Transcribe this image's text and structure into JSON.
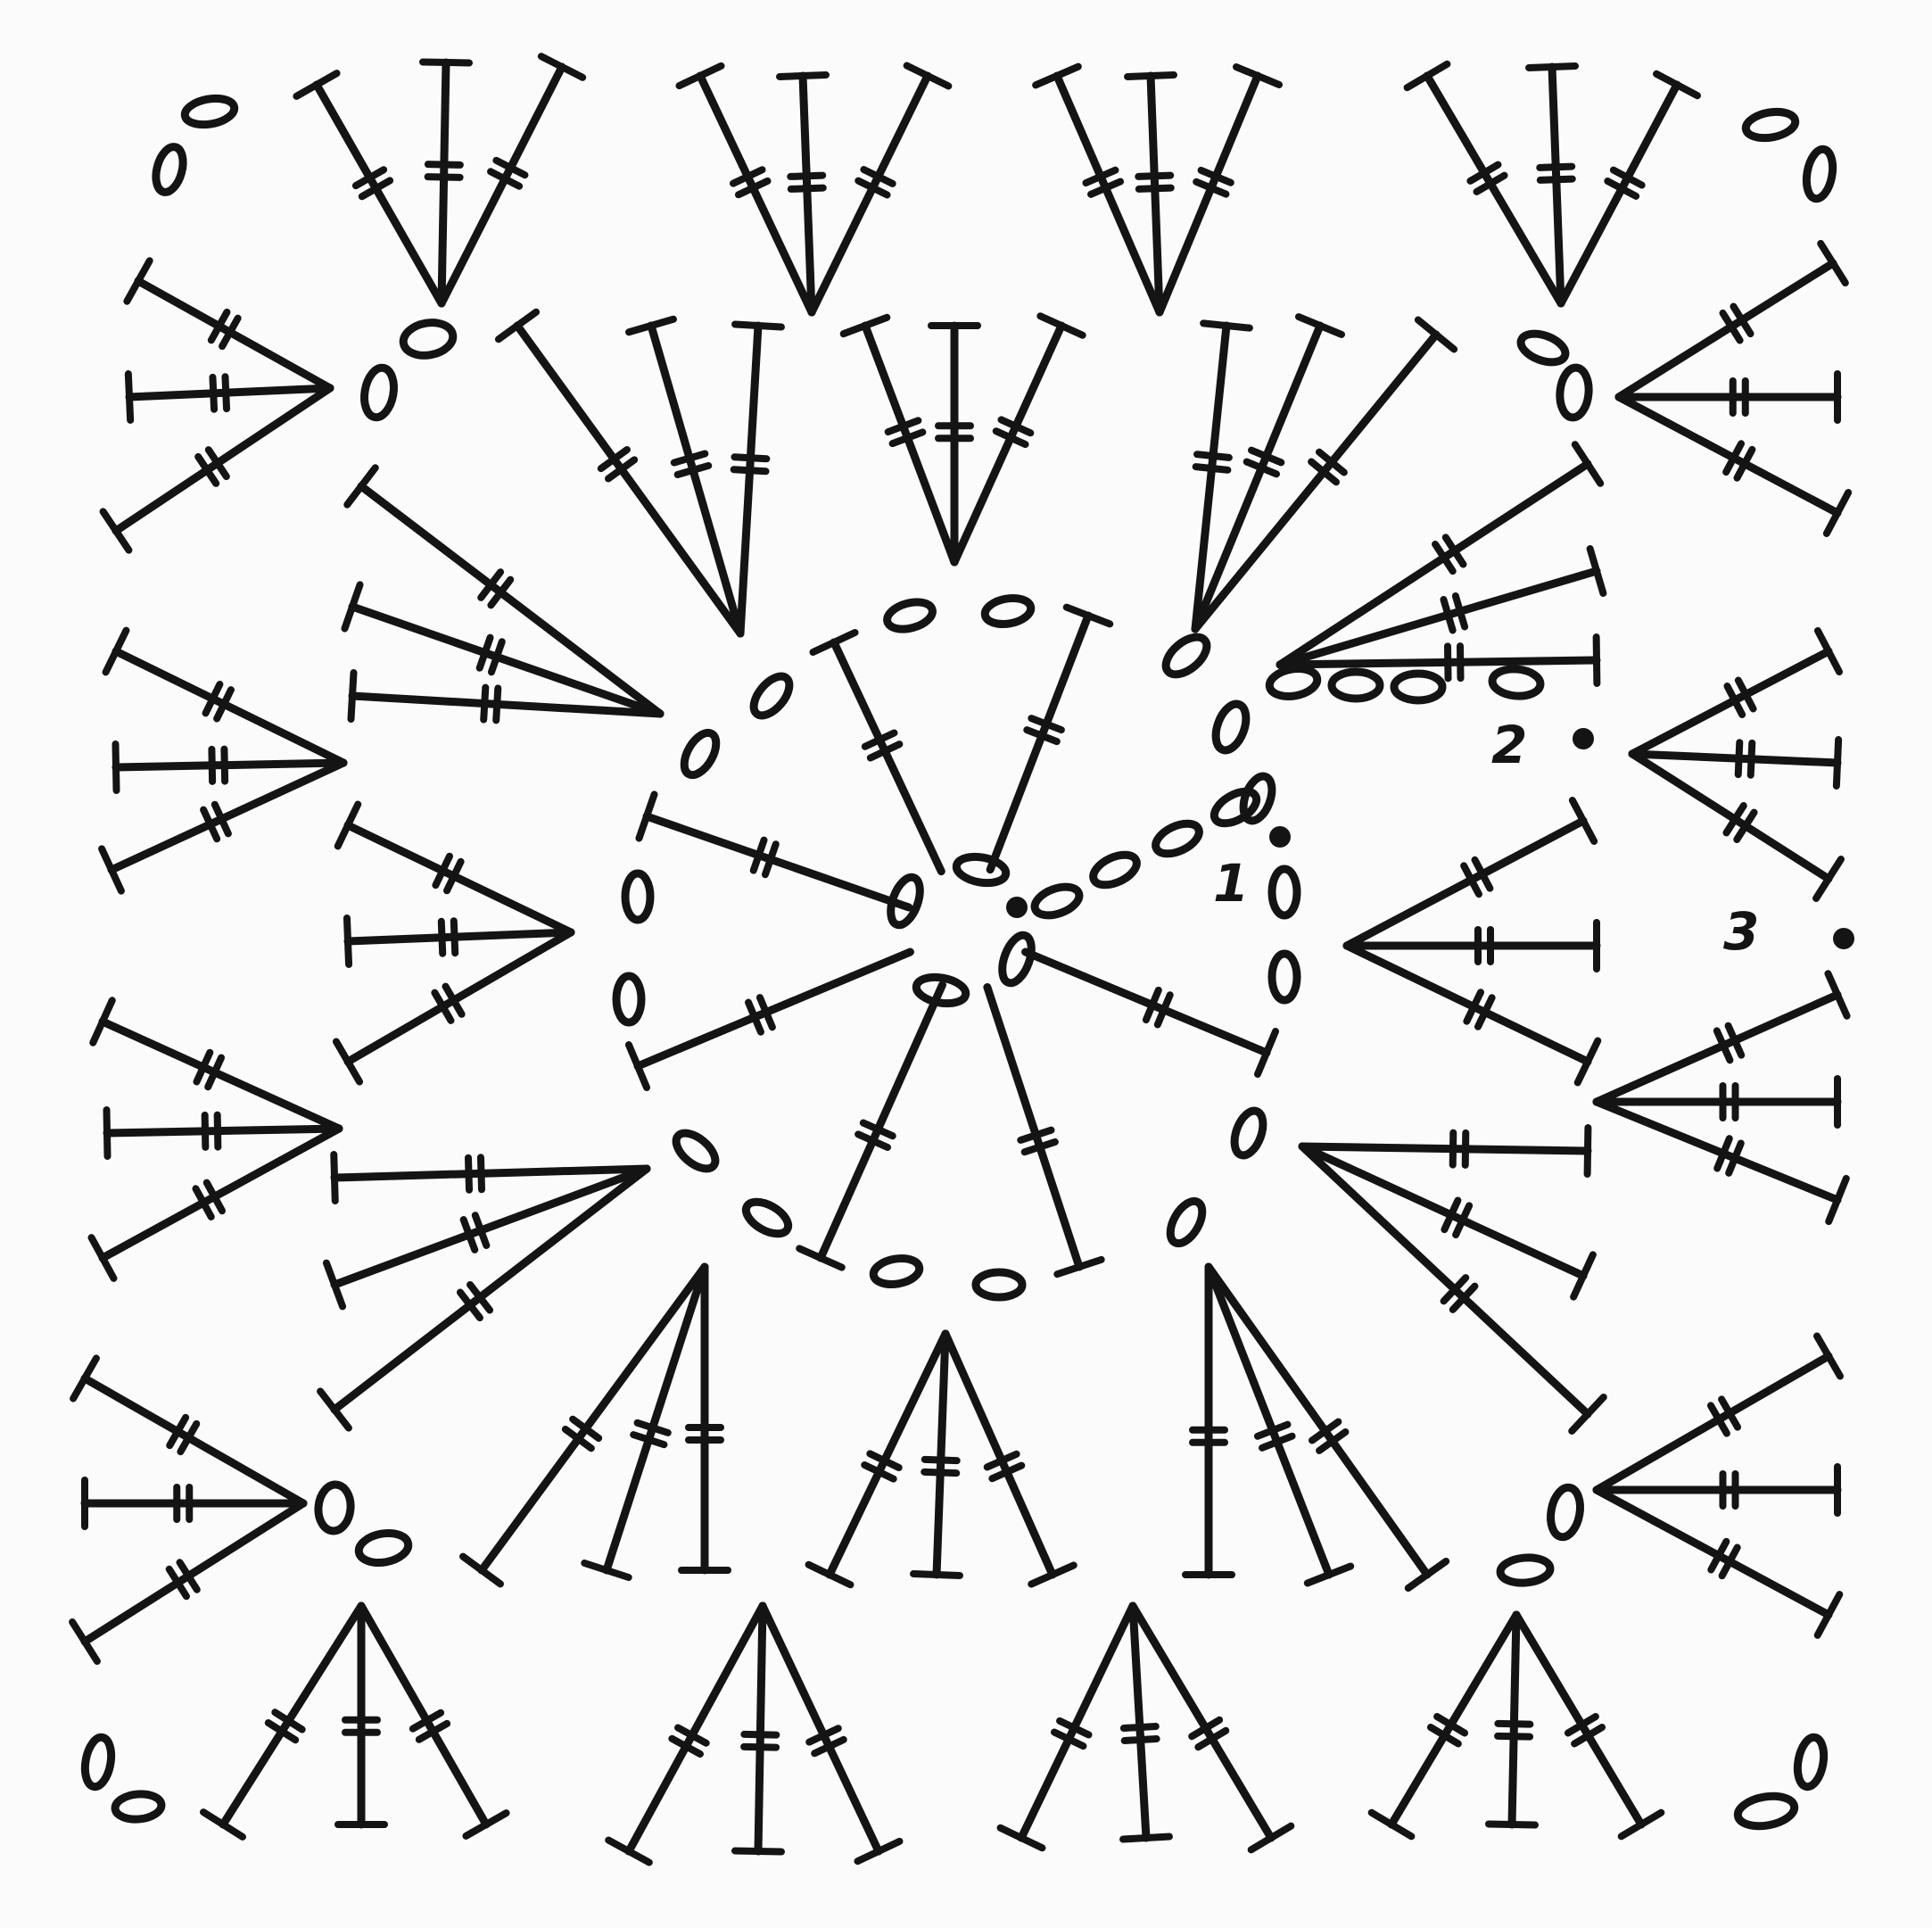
{
  "diagram": {
    "stitch_color": "#141414",
    "background_color": "#fbfbfb",
    "round_labels": [
      {
        "id": "round-1",
        "text": "1"
      },
      {
        "id": "round-2",
        "text": "2"
      },
      {
        "id": "round-3",
        "text": "3"
      }
    ],
    "symbols": [
      "double-crochet",
      "chain",
      "slip-stitch"
    ]
  }
}
